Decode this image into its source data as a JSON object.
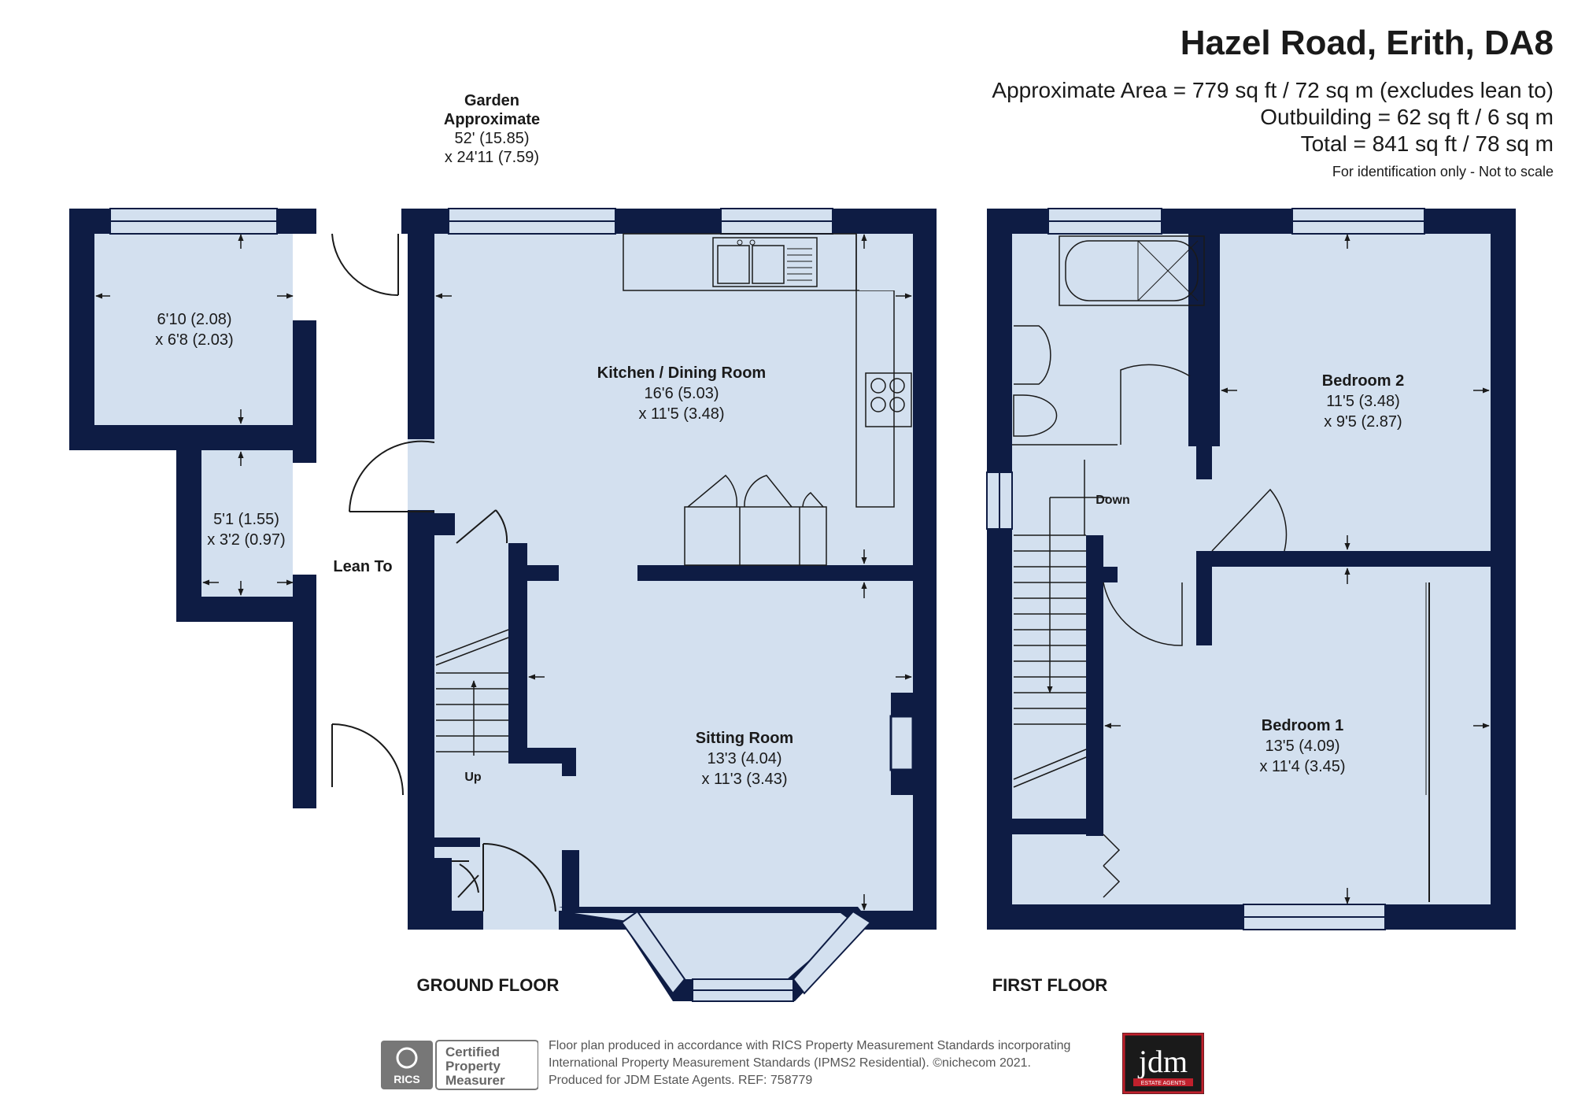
{
  "header": {
    "title": "Hazel Road, Erith, DA8",
    "area_main": "Approximate Area = 779 sq ft / 72 sq m (excludes lean to)",
    "area_outbuilding": "Outbuilding = 62 sq ft / 6 sq m",
    "area_total": "Total = 841 sq ft / 78 sq m",
    "disclaimer": "For identification only - Not to scale"
  },
  "garden": {
    "name": "Garden",
    "qualifier": "Approximate",
    "dim1": "52' (15.85)",
    "dim2": "x 24'11 (7.59)"
  },
  "rooms": {
    "outbuilding_large": {
      "dim1": "6'10 (2.08)",
      "dim2": "x 6'8 (2.03)"
    },
    "outbuilding_small": {
      "dim1": "5'1 (1.55)",
      "dim2": "x 3'2 (0.97)"
    },
    "lean_to": {
      "name": "Lean To"
    },
    "kitchen": {
      "name": "Kitchen / Dining Room",
      "dim1": "16'6 (5.03)",
      "dim2": "x 11'5 (3.48)"
    },
    "sitting": {
      "name": "Sitting Room",
      "dim1": "13'3 (4.04)",
      "dim2": "x 11'3 (3.43)"
    },
    "bedroom2": {
      "name": "Bedroom 2",
      "dim1": "11'5 (3.48)",
      "dim2": "x 9'5 (2.87)"
    },
    "bedroom1": {
      "name": "Bedroom 1",
      "dim1": "13'5 (4.09)",
      "dim2": "x 11'4 (3.45)"
    }
  },
  "stairs": {
    "up_label": "Up",
    "down_label": "Down"
  },
  "floors": {
    "ground": "GROUND FLOOR",
    "first": "FIRST FLOOR"
  },
  "footer": {
    "line1": "Floor plan produced in accordance with RICS Property Measurement Standards incorporating",
    "line2": "International Property Measurement Standards (IPMS2 Residential).  ©nichecom 2021.",
    "line3": "Produced for JDM Estate Agents.   REF: 758779",
    "rics_certified": "Certified",
    "rics_property": "Property",
    "rics_measurer": "Measurer",
    "rics_name": "RICS",
    "jdm_name": "jdm",
    "jdm_sub": "ESTATE AGENTS"
  },
  "colors": {
    "wall": "#0e1c44",
    "floor": "#d3e0ef",
    "text": "#1a1a1a",
    "jdm_red": "#c0202c"
  }
}
